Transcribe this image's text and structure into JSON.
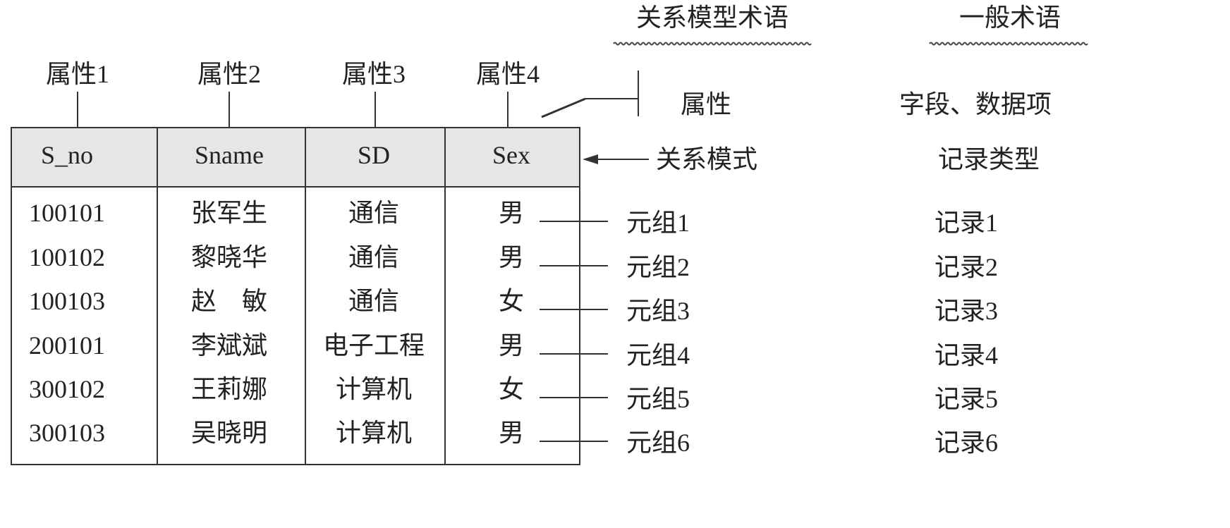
{
  "headings": {
    "relational_terms": "关系模型术语",
    "general_terms": "一般术语"
  },
  "attribute_labels": [
    "属性1",
    "属性2",
    "属性3",
    "属性4"
  ],
  "table": {
    "columns": [
      "S_no",
      "Sname",
      "SD",
      "Sex"
    ],
    "rows": [
      [
        "100101",
        "张军生",
        "通信",
        "男"
      ],
      [
        "100102",
        "黎晓华",
        "通信",
        "男"
      ],
      [
        "100103",
        "赵　敏",
        "通信",
        "女"
      ],
      [
        "200101",
        "李斌斌",
        "电子工程",
        "男"
      ],
      [
        "300102",
        "王莉娜",
        "计算机",
        "女"
      ],
      [
        "300103",
        "吴晓明",
        "计算机",
        "男"
      ]
    ]
  },
  "terms": {
    "attribute": {
      "relational": "属性",
      "general": "字段、数据项"
    },
    "schema": {
      "relational": "关系模式",
      "general": "记录类型"
    },
    "tuples": [
      "元组1",
      "元组2",
      "元组3",
      "元组4",
      "元组5",
      "元组6"
    ],
    "records": [
      "记录1",
      "记录2",
      "记录3",
      "记录4",
      "记录5",
      "记录6"
    ]
  }
}
